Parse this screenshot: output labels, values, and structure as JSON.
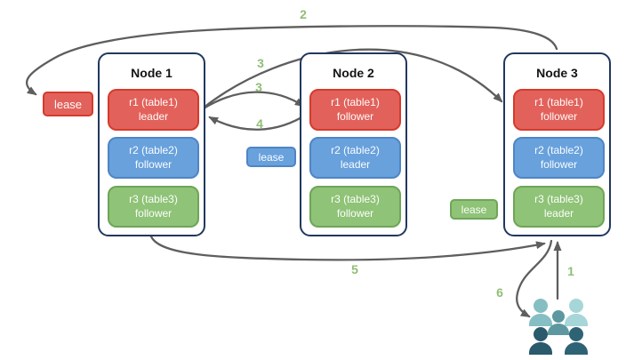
{
  "nodes": [
    {
      "title": "Node 1",
      "replicas": [
        {
          "name": "r1 (table1)",
          "role": "leader"
        },
        {
          "name": "r2 (table2)",
          "role": "follower"
        },
        {
          "name": "r3 (table3)",
          "role": "follower"
        }
      ]
    },
    {
      "title": "Node 2",
      "replicas": [
        {
          "name": "r1 (table1)",
          "role": "follower"
        },
        {
          "name": "r2 (table2)",
          "role": "leader"
        },
        {
          "name": "r3 (table3)",
          "role": "follower"
        }
      ]
    },
    {
      "title": "Node 3",
      "replicas": [
        {
          "name": "r1 (table1)",
          "role": "follower"
        },
        {
          "name": "r2 (table2)",
          "role": "follower"
        },
        {
          "name": "r3 (table3)",
          "role": "leader"
        }
      ]
    }
  ],
  "leases": [
    {
      "label": "lease",
      "color": "#e2625b"
    },
    {
      "label": "lease",
      "color": "#68a1dc"
    },
    {
      "label": "lease",
      "color": "#8fc377"
    }
  ],
  "steps": [
    {
      "label": "2"
    },
    {
      "label": "3"
    },
    {
      "label": "3"
    },
    {
      "label": "4"
    },
    {
      "label": "5"
    },
    {
      "label": "6"
    },
    {
      "label": "1"
    }
  ],
  "palette": {
    "r1_fill": "#e2625b",
    "r1_border": "#d63a2c",
    "r2_fill": "#68a1dc",
    "r2_border": "#4f85c4",
    "r3_fill": "#8fc377",
    "r3_border": "#6fa558",
    "node_border": "#21375f",
    "arrow": "#5e5e5e",
    "step_number": "#8fbe76"
  },
  "users_icon": {
    "colors": {
      "back_left": "#85bec3",
      "back_right": "#a6d6d8",
      "middle": "#5d98a1",
      "front_left": "#2a5a6b",
      "front_right": "#2e6375"
    }
  }
}
